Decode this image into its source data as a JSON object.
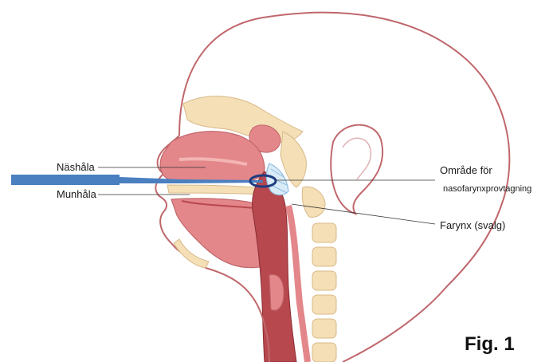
{
  "labels": {
    "nasal_cavity": "Näshåla",
    "oral_cavity": "Munhåla",
    "sampling_area_line1": "Område för",
    "sampling_area_line2": "nasofarynxprovtagning",
    "pharynx": "Farynx (svalg)"
  },
  "figure_label": "Fig. 1",
  "colors": {
    "outline": "#c0676c",
    "bone": "#f4dfb6",
    "soft_tissue": "#e3878a",
    "airway": "#b7484e",
    "swab": "#4a7fc0",
    "sampling_marker": "#1f3b80",
    "cartilage_hatch": "#8fbde0"
  }
}
